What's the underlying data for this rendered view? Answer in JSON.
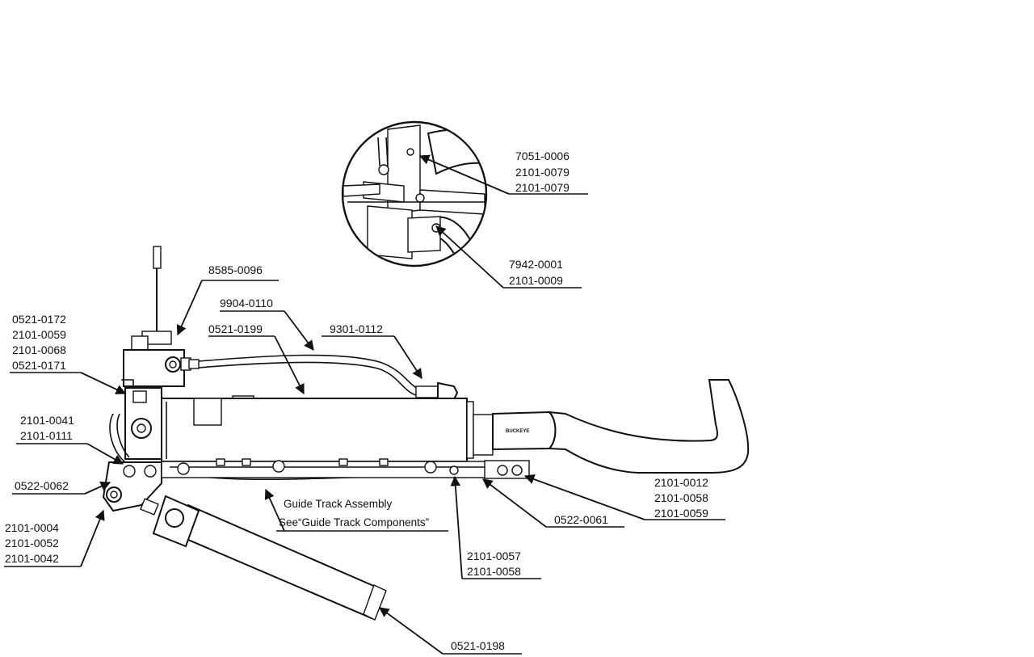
{
  "labels": {
    "inset_upper": [
      "7051-0006",
      "2101-0079",
      "2101-0079"
    ],
    "inset_lower": [
      "7942-0001",
      "2101-0009"
    ],
    "valve_top": [
      "8585-0096"
    ],
    "hose_top": [
      "9904-0110"
    ],
    "left_block": [
      "0521-0172",
      "2101-0059",
      "2101-0068",
      "0521-0171"
    ],
    "tube_body": [
      "0521-0199"
    ],
    "fitting": [
      "9301-0112"
    ],
    "left_mid": [
      "2101-0041",
      "2101-0111"
    ],
    "left_pin": [
      "0522-0062"
    ],
    "left_low": [
      "2101-0004",
      "2101-0052",
      "2101-0042"
    ],
    "right_bolts": [
      "2101-0012",
      "2101-0058",
      "2101-0059"
    ],
    "right_plate": [
      "0522-0061"
    ],
    "bottom_bolts": [
      "2101-0057",
      "2101-0058"
    ],
    "cylinder": [
      "0521-0198"
    ],
    "guide_note": [
      "Guide Track Assembly",
      "See“Guide Track Components”"
    ]
  },
  "brand_mark": "BUCKEYE",
  "colors": {
    "ink": "#111111",
    "paper": "#ffffff"
  },
  "icons": [
    "diagram-arrow-icon"
  ]
}
